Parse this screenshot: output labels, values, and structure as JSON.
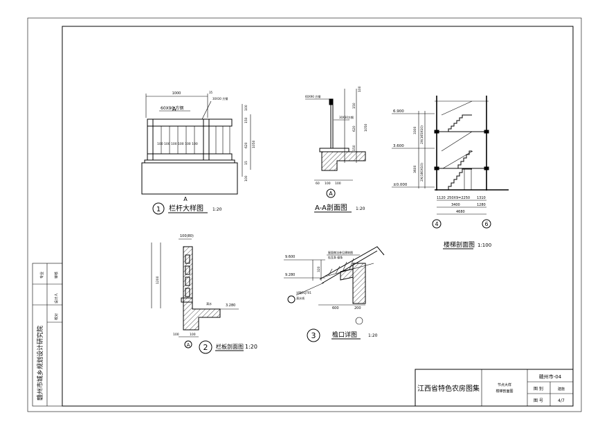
{
  "sheet": {
    "institute": "赣州市城乡规划设计研究院",
    "side_labels": [
      "审核",
      "设计人",
      "校对",
      "专业"
    ],
    "atlas_title": "江西省特色农房图集",
    "drawing_name_1": "节点大样",
    "drawing_name_2": "楼梯剖面图",
    "code": "赣州市-04",
    "category_label": "图 别",
    "category_value": "建施",
    "number_label": "图 号",
    "number_value": "4/7"
  },
  "detail1": {
    "title": "栏杆大样图",
    "scale": "1:20",
    "dims": {
      "width": "1000",
      "rail": "60X90 方钢",
      "post": "30X30 方钢",
      "d35": "35",
      "section": "A",
      "h100a": "100",
      "h1050": "1050",
      "h620": "620",
      "h150": "150",
      "h100b": "100",
      "h15": "15",
      "spacing": "100 100 100 100 100 100"
    },
    "circle": "1"
  },
  "detailAA": {
    "title": "A-A剖面图",
    "scale": "1:20",
    "dims": {
      "rail": "60X90 方钢",
      "post": "30X30方钢",
      "h100": "100",
      "h150a": "150",
      "h620": "620",
      "h1050": "1050",
      "h150b": "150",
      "b60": "60",
      "b100a": "100",
      "b100b": "100"
    },
    "circle": "A"
  },
  "stair": {
    "title": "楼梯剖面图",
    "scale": "1:100",
    "levels": [
      "6.900",
      "3.600",
      "±0.000"
    ],
    "dims": {
      "d3300": "3300",
      "d3600": "3600",
      "seg1": "2X(165X10)",
      "seg2": "2X(180X10)",
      "b1120": "1120",
      "b2250": "250X9=2250",
      "b1310": "1310",
      "b3400": "3400",
      "b1280": "1280",
      "b4680": "4680"
    },
    "axes": [
      "4",
      "6"
    ]
  },
  "detail2": {
    "title": "栏板剖面图",
    "scale": "1:20",
    "circle": "2",
    "level": "3.280",
    "dims": {
      "top": "100(80)",
      "h1200": "1200",
      "d100a": "100",
      "d100b": "100",
      "note": "滴水",
      "cA": "A"
    }
  },
  "detail3": {
    "title": "檐口详图",
    "scale": "1:20",
    "circle": "3",
    "levels": [
      "9.600",
      "9.280"
    ],
    "dims": {
      "d320": "320",
      "d600": "600",
      "d200": "200",
      "n1": "屋面做法参见建筑图",
      "n2": "挂瓦条 檩条",
      "n3": "详赣01J701",
      "n4": "滴水线"
    }
  }
}
